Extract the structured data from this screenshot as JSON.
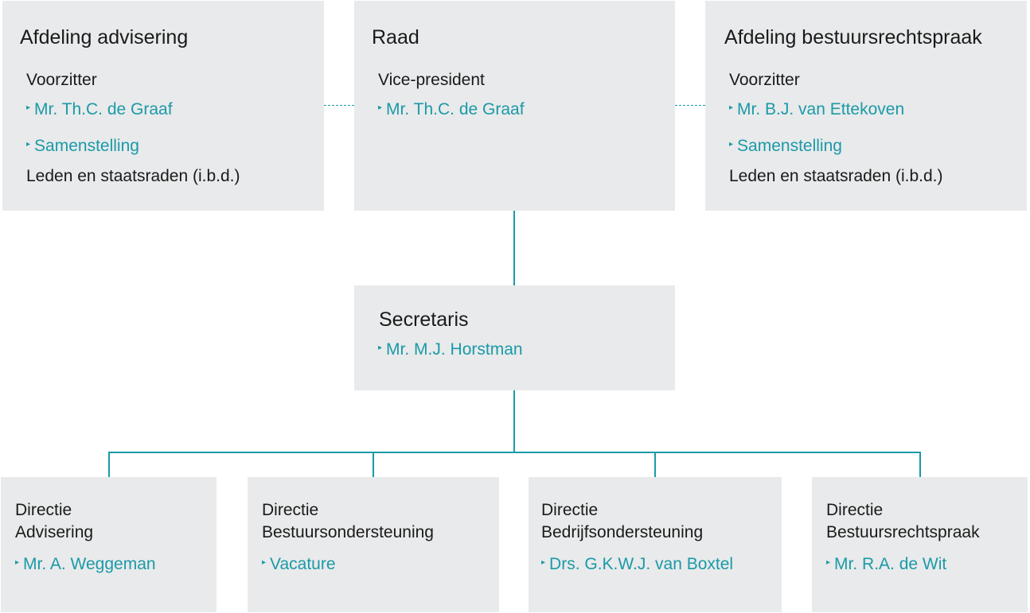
{
  "afdeling_advisering": {
    "title": "Afdeling advisering",
    "role": "Voorzitter",
    "person": "Mr. Th.C. de Graaf",
    "samenstelling": "Samenstelling",
    "members": "Leden en staatsraden (i.b.d.)"
  },
  "raad": {
    "title": "Raad",
    "role": "Vice-president",
    "person": "Mr. Th.C. de Graaf"
  },
  "afdeling_bestuursrechtspraak": {
    "title": "Afdeling bestuursrechtspraak",
    "role": "Voorzitter",
    "person": "Mr. B.J. van Ettekoven",
    "samenstelling": "Samenstelling",
    "members": "Leden en staatsraden (i.b.d.)"
  },
  "secretaris": {
    "title": "Secretaris",
    "person": "Mr. M.J. Horstman"
  },
  "directies": [
    {
      "line1": "Directie",
      "line2": "Advisering",
      "person": "Mr. A. Weggeman"
    },
    {
      "line1": "Directie",
      "line2": "Bestuursondersteuning",
      "person": "Vacature"
    },
    {
      "line1": "Directie",
      "line2": "Bedrijfsondersteuning",
      "person": "Drs. G.K.W.J. van Boxtel"
    },
    {
      "line1": "Directie",
      "line2": "Bestuursrechtspraak",
      "person": "Mr. R.A. de Wit"
    }
  ],
  "arrow_glyph": "▸",
  "colors": {
    "accent": "#1a9aa8",
    "box": "#e9eaeb",
    "text": "#1a1a1a"
  }
}
